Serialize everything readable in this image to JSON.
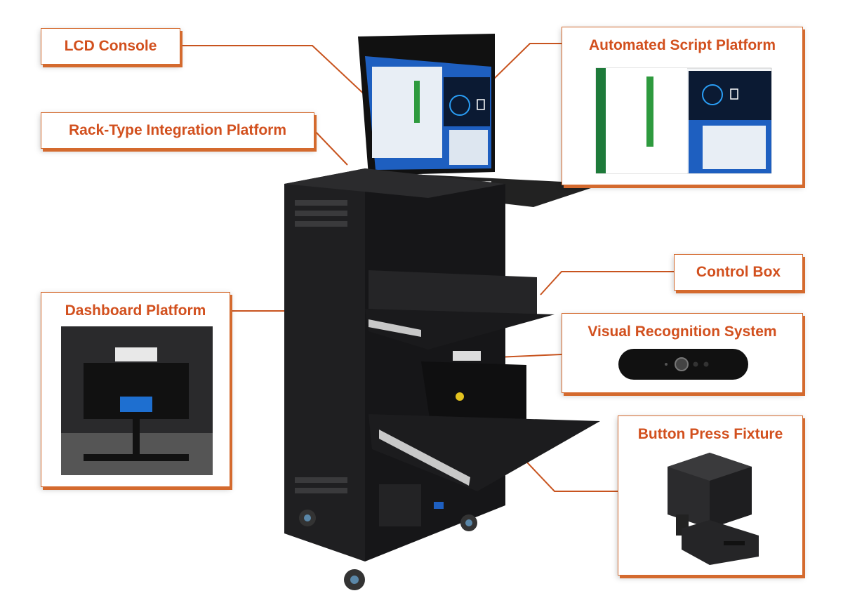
{
  "labels": {
    "lcd_console": "LCD Console",
    "rack_type": "Rack-Type Integration Platform",
    "dashboard_platform": "Dashboard Platform",
    "automated_script": "Automated Script Platform",
    "control_box": "Control Box",
    "visual_recognition": "Visual Recognition System",
    "button_press": "Button Press Fixture"
  },
  "colors": {
    "accent": "#d2501e",
    "leader_line": "#c8541f",
    "cabinet": "#1b1b1d",
    "screen_blue": "#1e5fc0"
  },
  "icons": [
    "cabinet-image",
    "monitor-image",
    "camera-image",
    "fixture-image",
    "dashboard-image"
  ]
}
